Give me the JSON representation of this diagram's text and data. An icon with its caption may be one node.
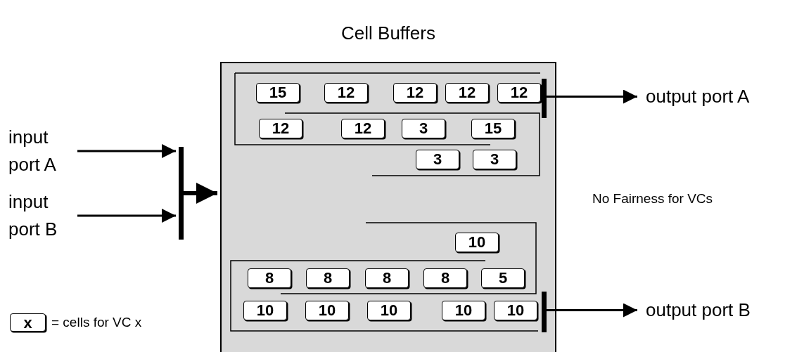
{
  "diagram": {
    "nodes": [
      {
        "text": [
          "input port A"
        ]
      },
      {
        "text": [
          "input port B"
        ]
      },
      {
        "text": [],
        "shape": "bar"
      },
      {
        "text": [
          "Cell Buffers"
        ]
      },
      {
        "text": [
          "15"
        ],
        "in": 3
      },
      {
        "text": [
          "12"
        ],
        "in": 3
      },
      {
        "text": [
          "12"
        ],
        "in": 3
      },
      {
        "text": [
          "12"
        ],
        "in": 3
      },
      {
        "text": [
          "12"
        ],
        "in": 3
      },
      {
        "text": [
          "12"
        ],
        "in": 3
      },
      {
        "text": [
          "12"
        ],
        "in": 3
      },
      {
        "text": [
          "3"
        ],
        "in": 3
      },
      {
        "text": [
          "15"
        ],
        "in": 3
      },
      {
        "text": [
          "3"
        ],
        "in": 3
      },
      {
        "text": [
          "3"
        ],
        "in": 3
      },
      {
        "text": [
          "10"
        ],
        "in": 3
      },
      {
        "text": [
          "8"
        ],
        "in": 3
      },
      {
        "text": [
          "8"
        ],
        "in": 3
      },
      {
        "text": [
          "8"
        ],
        "in": 3
      },
      {
        "text": [
          "8"
        ],
        "in": 3
      },
      {
        "text": [
          "5"
        ],
        "in": 3
      },
      {
        "text": [
          "10"
        ],
        "in": 3
      },
      {
        "text": [
          "10"
        ],
        "in": 3
      },
      {
        "text": [
          "10"
        ],
        "in": 3
      },
      {
        "text": [
          "10"
        ],
        "in": 3
      },
      {
        "text": [
          "10"
        ],
        "in": 3
      },
      {
        "text": [],
        "shape": "bar",
        "in": 3
      },
      {
        "text": [
          "output port A"
        ]
      },
      {
        "text": [],
        "shape": "bar",
        "in": 3
      },
      {
        "text": [
          "output port B"
        ]
      },
      {
        "text": [
          "x"
        ],
        "beside": [
          "= cells for VC x"
        ]
      }
    ],
    "edges": [
      {
        "from": 0,
        "to": 2,
        "arrow": "to"
      },
      {
        "from": 1,
        "to": 2,
        "arrow": "to"
      },
      {
        "from": 2,
        "to": 3,
        "arrow": "to",
        "style": "thick"
      },
      {
        "from": 26,
        "to": 27,
        "arrow": "to"
      },
      {
        "from": 28,
        "to": 29,
        "arrow": "to"
      }
    ],
    "labels": [
      "No Fairness for VCs"
    ]
  }
}
